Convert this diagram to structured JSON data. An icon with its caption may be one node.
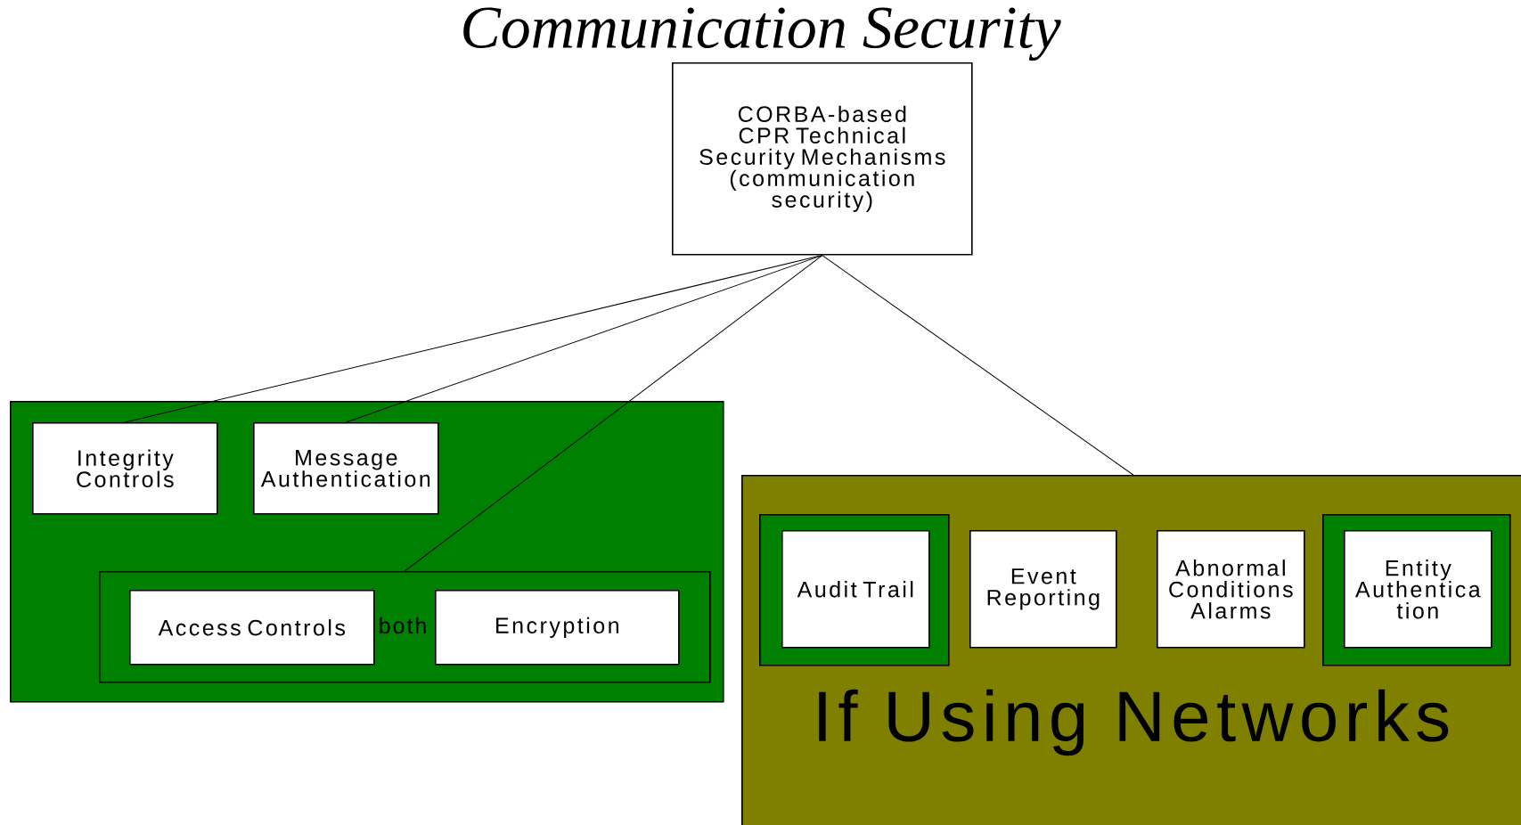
{
  "diagram": {
    "title": "Communication Security",
    "nodes": [
      {
        "text": [
          "CORBA-based CPR Technical Security Mechanisms (communication security)"
        ]
      },
      {
        "text": [],
        "shape": "box"
      },
      {
        "text": [
          "Integrity Controls"
        ],
        "in": 1
      },
      {
        "text": [
          "Message Authentication"
        ],
        "in": 1
      },
      {
        "text": [],
        "shape": "box",
        "in": 1
      },
      {
        "text": [
          "Access Controls"
        ],
        "in": 4
      },
      {
        "text": [
          "Encryption"
        ],
        "in": 4
      },
      {
        "text": [
          "If Using Networks"
        ]
      },
      {
        "text": [],
        "shape": "box",
        "in": 7
      },
      {
        "text": [
          "Audit Trail"
        ],
        "in": 8
      },
      {
        "text": [
          "Event Reporting"
        ],
        "in": 7
      },
      {
        "text": [
          "Abnormal Conditions Alarms"
        ],
        "in": 7
      },
      {
        "text": [],
        "shape": "box",
        "in": 7
      },
      {
        "text": [
          "Entity Authentica tion"
        ],
        "in": 12
      }
    ],
    "edges": [
      {
        "from": 0,
        "to": 2,
        "arrow": "none"
      },
      {
        "from": 0,
        "to": 3,
        "arrow": "none"
      },
      {
        "from": 0,
        "to": 4,
        "arrow": "none"
      },
      {
        "from": 0,
        "to": 7,
        "arrow": "none"
      }
    ],
    "labels": [
      "both"
    ]
  }
}
